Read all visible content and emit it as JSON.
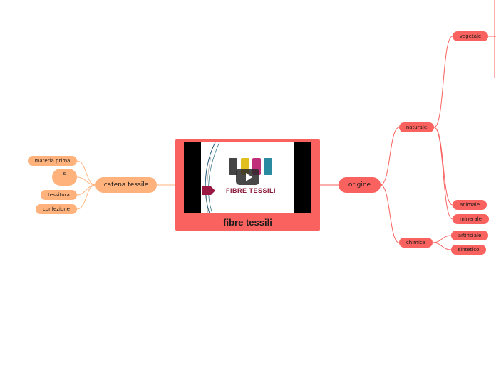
{
  "central": {
    "title": "fibre tessili",
    "video_caption": "FIBRE TESSILI",
    "video_icon": "play-icon"
  },
  "left_branch": {
    "label": "catena tessile",
    "children": [
      "materia prima",
      "s",
      "tessitura",
      "confezione"
    ]
  },
  "right_branch": {
    "label": "origine",
    "naturale": {
      "label": "naturale",
      "children": [
        "vegetale",
        "animale",
        "minerale"
      ]
    },
    "chimica": {
      "label": "chimica",
      "children": [
        "artificiale",
        "sintetico"
      ]
    }
  },
  "colors": {
    "central": "#f9625e",
    "left_nodes": "#ffb27c",
    "right_nodes": "#f9625e",
    "left_links": "#ffb27c",
    "right_links": "#f9625e"
  }
}
